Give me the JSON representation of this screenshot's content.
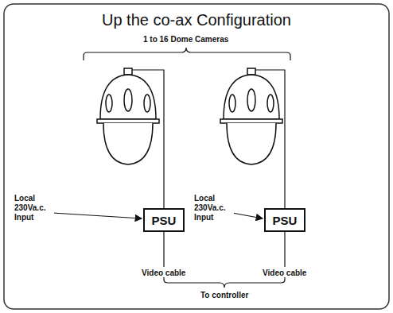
{
  "diagram": {
    "title": "Up the co-ax Configuration",
    "nodes": [
      {
        "text": [
          "PSU"
        ]
      },
      {
        "text": [
          "PSU"
        ]
      }
    ],
    "labels": [
      "1 to 16 Dome Cameras",
      "Local 230Va.c. Input",
      "Video cable",
      "Local 230Va.c. Input",
      "Video cable",
      "To controller"
    ]
  }
}
